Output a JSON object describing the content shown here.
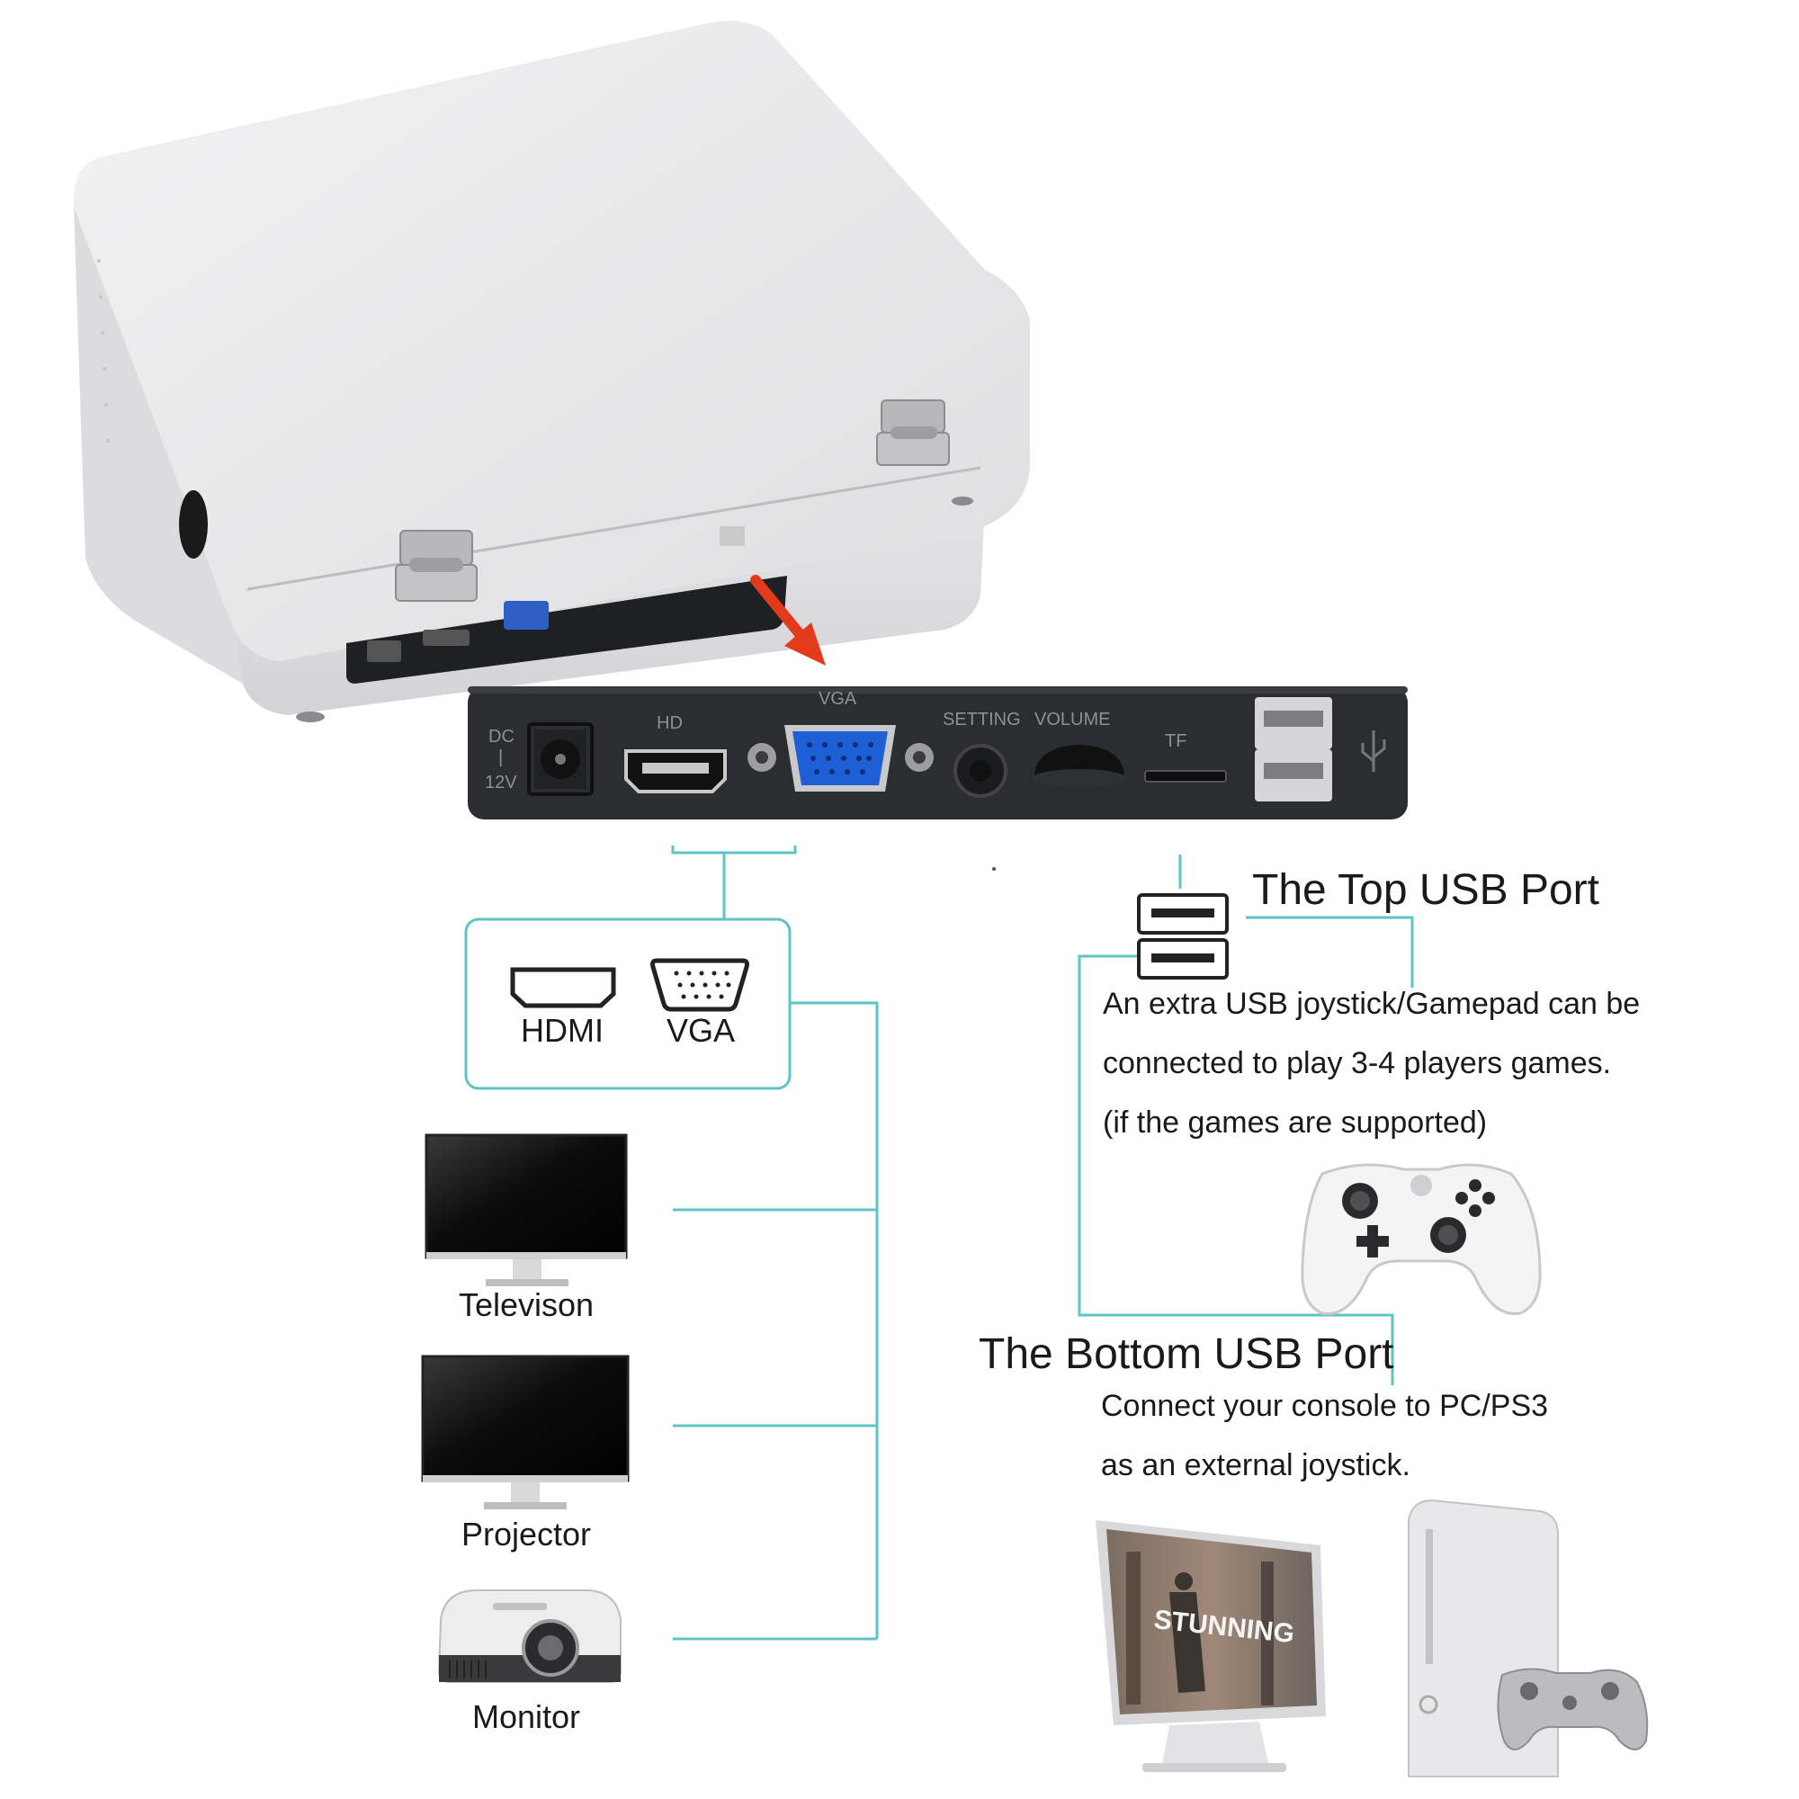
{
  "panel": {
    "dc_label": "DC",
    "dc_volt": "12V",
    "hd_label": "HD",
    "vga_label": "VGA",
    "setting_label": "SETTING",
    "volume_label": "VOLUME",
    "tf_label": "TF"
  },
  "outputs": {
    "hdmi_label": "HDMI",
    "vga_label": "VGA"
  },
  "devices": [
    {
      "label": "Televison"
    },
    {
      "label": "Projector"
    },
    {
      "label": "Monitor"
    }
  ],
  "top_usb": {
    "title": "The Top USB Port",
    "lines": [
      "An extra USB joystick/Gamepad can be",
      "connected to play 3-4 players games.",
      "(if the games are supported)"
    ]
  },
  "bottom_usb": {
    "title": "The Bottom USB Port",
    "lines": [
      "Connect your console to PC/PS3",
      "as an external joystick."
    ]
  },
  "pc_screen_text": "STUNNING",
  "colors": {
    "line": "#5ec4c4",
    "case": "#e7e7e9",
    "panel": "#2b2d31",
    "arrow": "#e43a1c",
    "vga_blue": "#1f5fd6"
  }
}
